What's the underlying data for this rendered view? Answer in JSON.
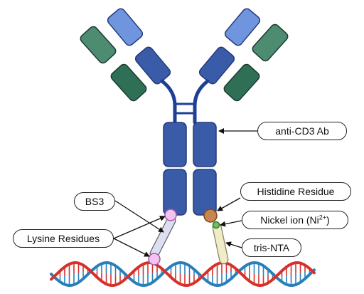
{
  "labels": {
    "anti_cd3": "anti-CD3 Ab",
    "histidine": "Histidine Residue",
    "bs3": "BS3",
    "nickel_text": "Nickel ion (Ni",
    "nickel_sup": "2+",
    "nickel_close": ")",
    "lysine": "Lysine Residues",
    "tris_nta": "tris-NTA"
  },
  "colors": {
    "heavy_chain": "#3a5ba8",
    "heavy_chain_light": "#6f95de",
    "light_chain": "#2e6f55",
    "light_chain_light": "#4e8c72",
    "hinge": "#1e3f95",
    "dna_red": "#d6302a",
    "dna_blue": "#2a7fb8",
    "bs3_fill": "#dcdff2",
    "lysine_fill": "#f3c2ef",
    "histidine_fill": "#c8854e",
    "nickel_fill": "#6cc25c",
    "tris_nta_fill": "#f1ecc8"
  }
}
